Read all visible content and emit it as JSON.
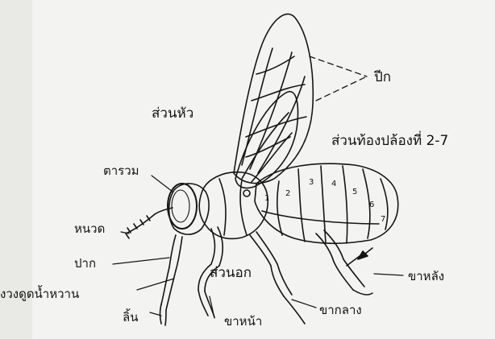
{
  "labels": {
    "wing": "ปีก",
    "head": "ส่วนหัว",
    "abdomen": "ส่วนท้องปล้องที่ 2-7",
    "compound_eye": "ตารวม",
    "antenna": "หนวด",
    "mouth": "ปาก",
    "nectar_tube": "งวงดูดน้ำหวาน",
    "tongue": "ลิ้น",
    "thorax": "ส่วนอก",
    "fore_leg": "ขาหน้า",
    "middle_leg": "ขากลาง",
    "hind_leg": "ขาหลัง"
  },
  "segments": [
    "1",
    "2",
    "3",
    "4",
    "5",
    "6",
    "7"
  ]
}
